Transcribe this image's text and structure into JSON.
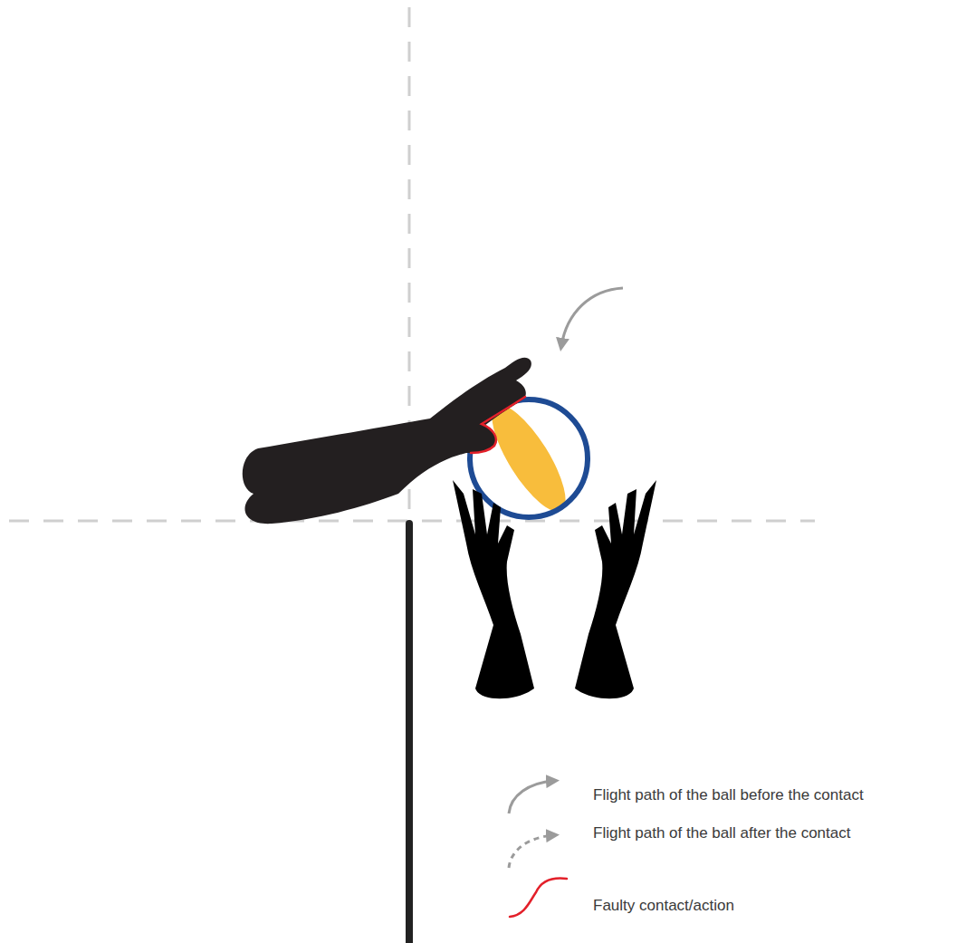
{
  "diagram": {
    "legend": [
      {
        "text": "Flight path of the ball before the contact"
      },
      {
        "text": "Flight path of the ball after the contact"
      },
      {
        "text": "Faulty contact/action"
      }
    ]
  }
}
